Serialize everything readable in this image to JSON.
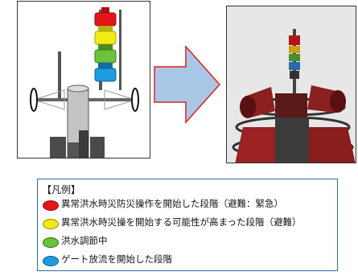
{
  "legend": {
    "title": "【凡例】",
    "items": [
      {
        "label": "異常洪水時災防災操作を開始した段階（避難：緊急）",
        "color": "#e8141b"
      },
      {
        "label": "異常洪水時災操を開始する可能性が高まった段階（避難）",
        "color": "#f2ea14"
      },
      {
        "label": "洪水調節中",
        "color": "#6cc23a"
      },
      {
        "label": "ゲート放流を開始した段階",
        "color": "#1e9ae0"
      }
    ]
  },
  "diagram": {
    "arrow_color": "#a9c8e8",
    "arrow_border": "#e02020",
    "lamp_colors": [
      "#e8141b",
      "#f2ea14",
      "#6cc23a",
      "#1e9ae0"
    ]
  }
}
